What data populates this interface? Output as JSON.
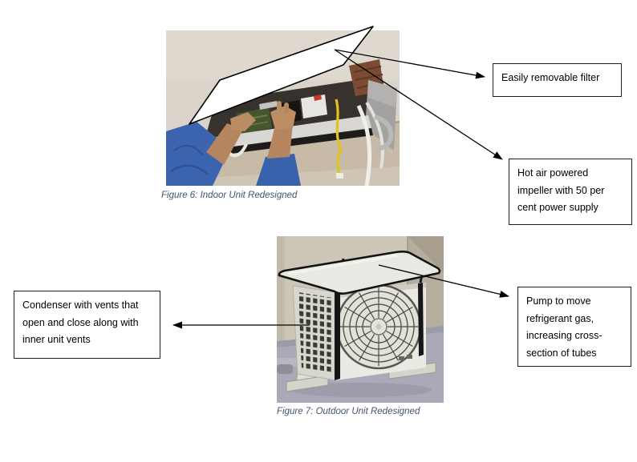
{
  "document": {
    "figure6": {
      "caption": "Figure 6: Indoor Unit Redesigned",
      "callout_filter": "Easily removable filter",
      "callout_impeller": "Hot air powered\nimpeller with 50 per\ncent power supply"
    },
    "figure7": {
      "caption": "Figure 7: Outdoor Unit Redesigned",
      "callout_condenser": "Condenser with vents that\nopen and close along with\ninner unit vents",
      "callout_pump": "Pump to move\nrefrigerant gas,\nincreasing cross-\nsection of tubes"
    },
    "colors": {
      "caption_text": "#44546A",
      "callout_border": "#1F1F1F",
      "callout_text": "#000000",
      "arrow": "#000000",
      "page_background": "#FFFFFF"
    }
  }
}
